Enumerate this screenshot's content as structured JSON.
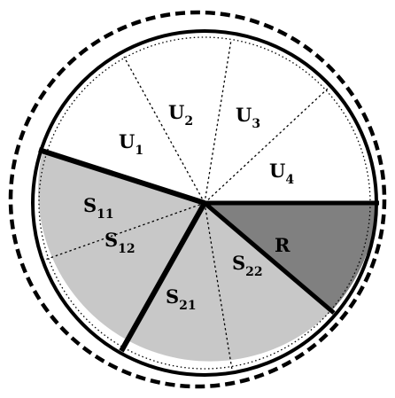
{
  "colors": {
    "background": "#ffffff",
    "shaded_light": "#c8c8c8",
    "shaded_dark": "#808080",
    "line": "#000000"
  },
  "labels": {
    "u1": {
      "main": "U",
      "sub": "1"
    },
    "u2": {
      "main": "U",
      "sub": "2"
    },
    "u3": {
      "main": "U",
      "sub": "3"
    },
    "u4": {
      "main": "U",
      "sub": "4"
    },
    "s11": {
      "main": "S",
      "sub": "11"
    },
    "s12": {
      "main": "S",
      "sub": "12"
    },
    "s21": {
      "main": "S",
      "sub": "21"
    },
    "s22": {
      "main": "S",
      "sub": "22"
    },
    "r": {
      "main": "R"
    }
  }
}
